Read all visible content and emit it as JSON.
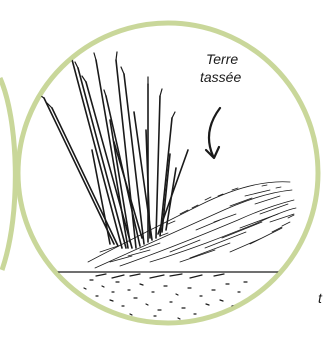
{
  "annotation": {
    "line1": "Terre",
    "line2": "tassée"
  },
  "edge_fragment": "t",
  "colors": {
    "circle_border": "#c9d79a",
    "ink": "#1a1a1a",
    "background": "#ffffff"
  },
  "icons": {
    "arrow": "curved-down-arrow"
  }
}
